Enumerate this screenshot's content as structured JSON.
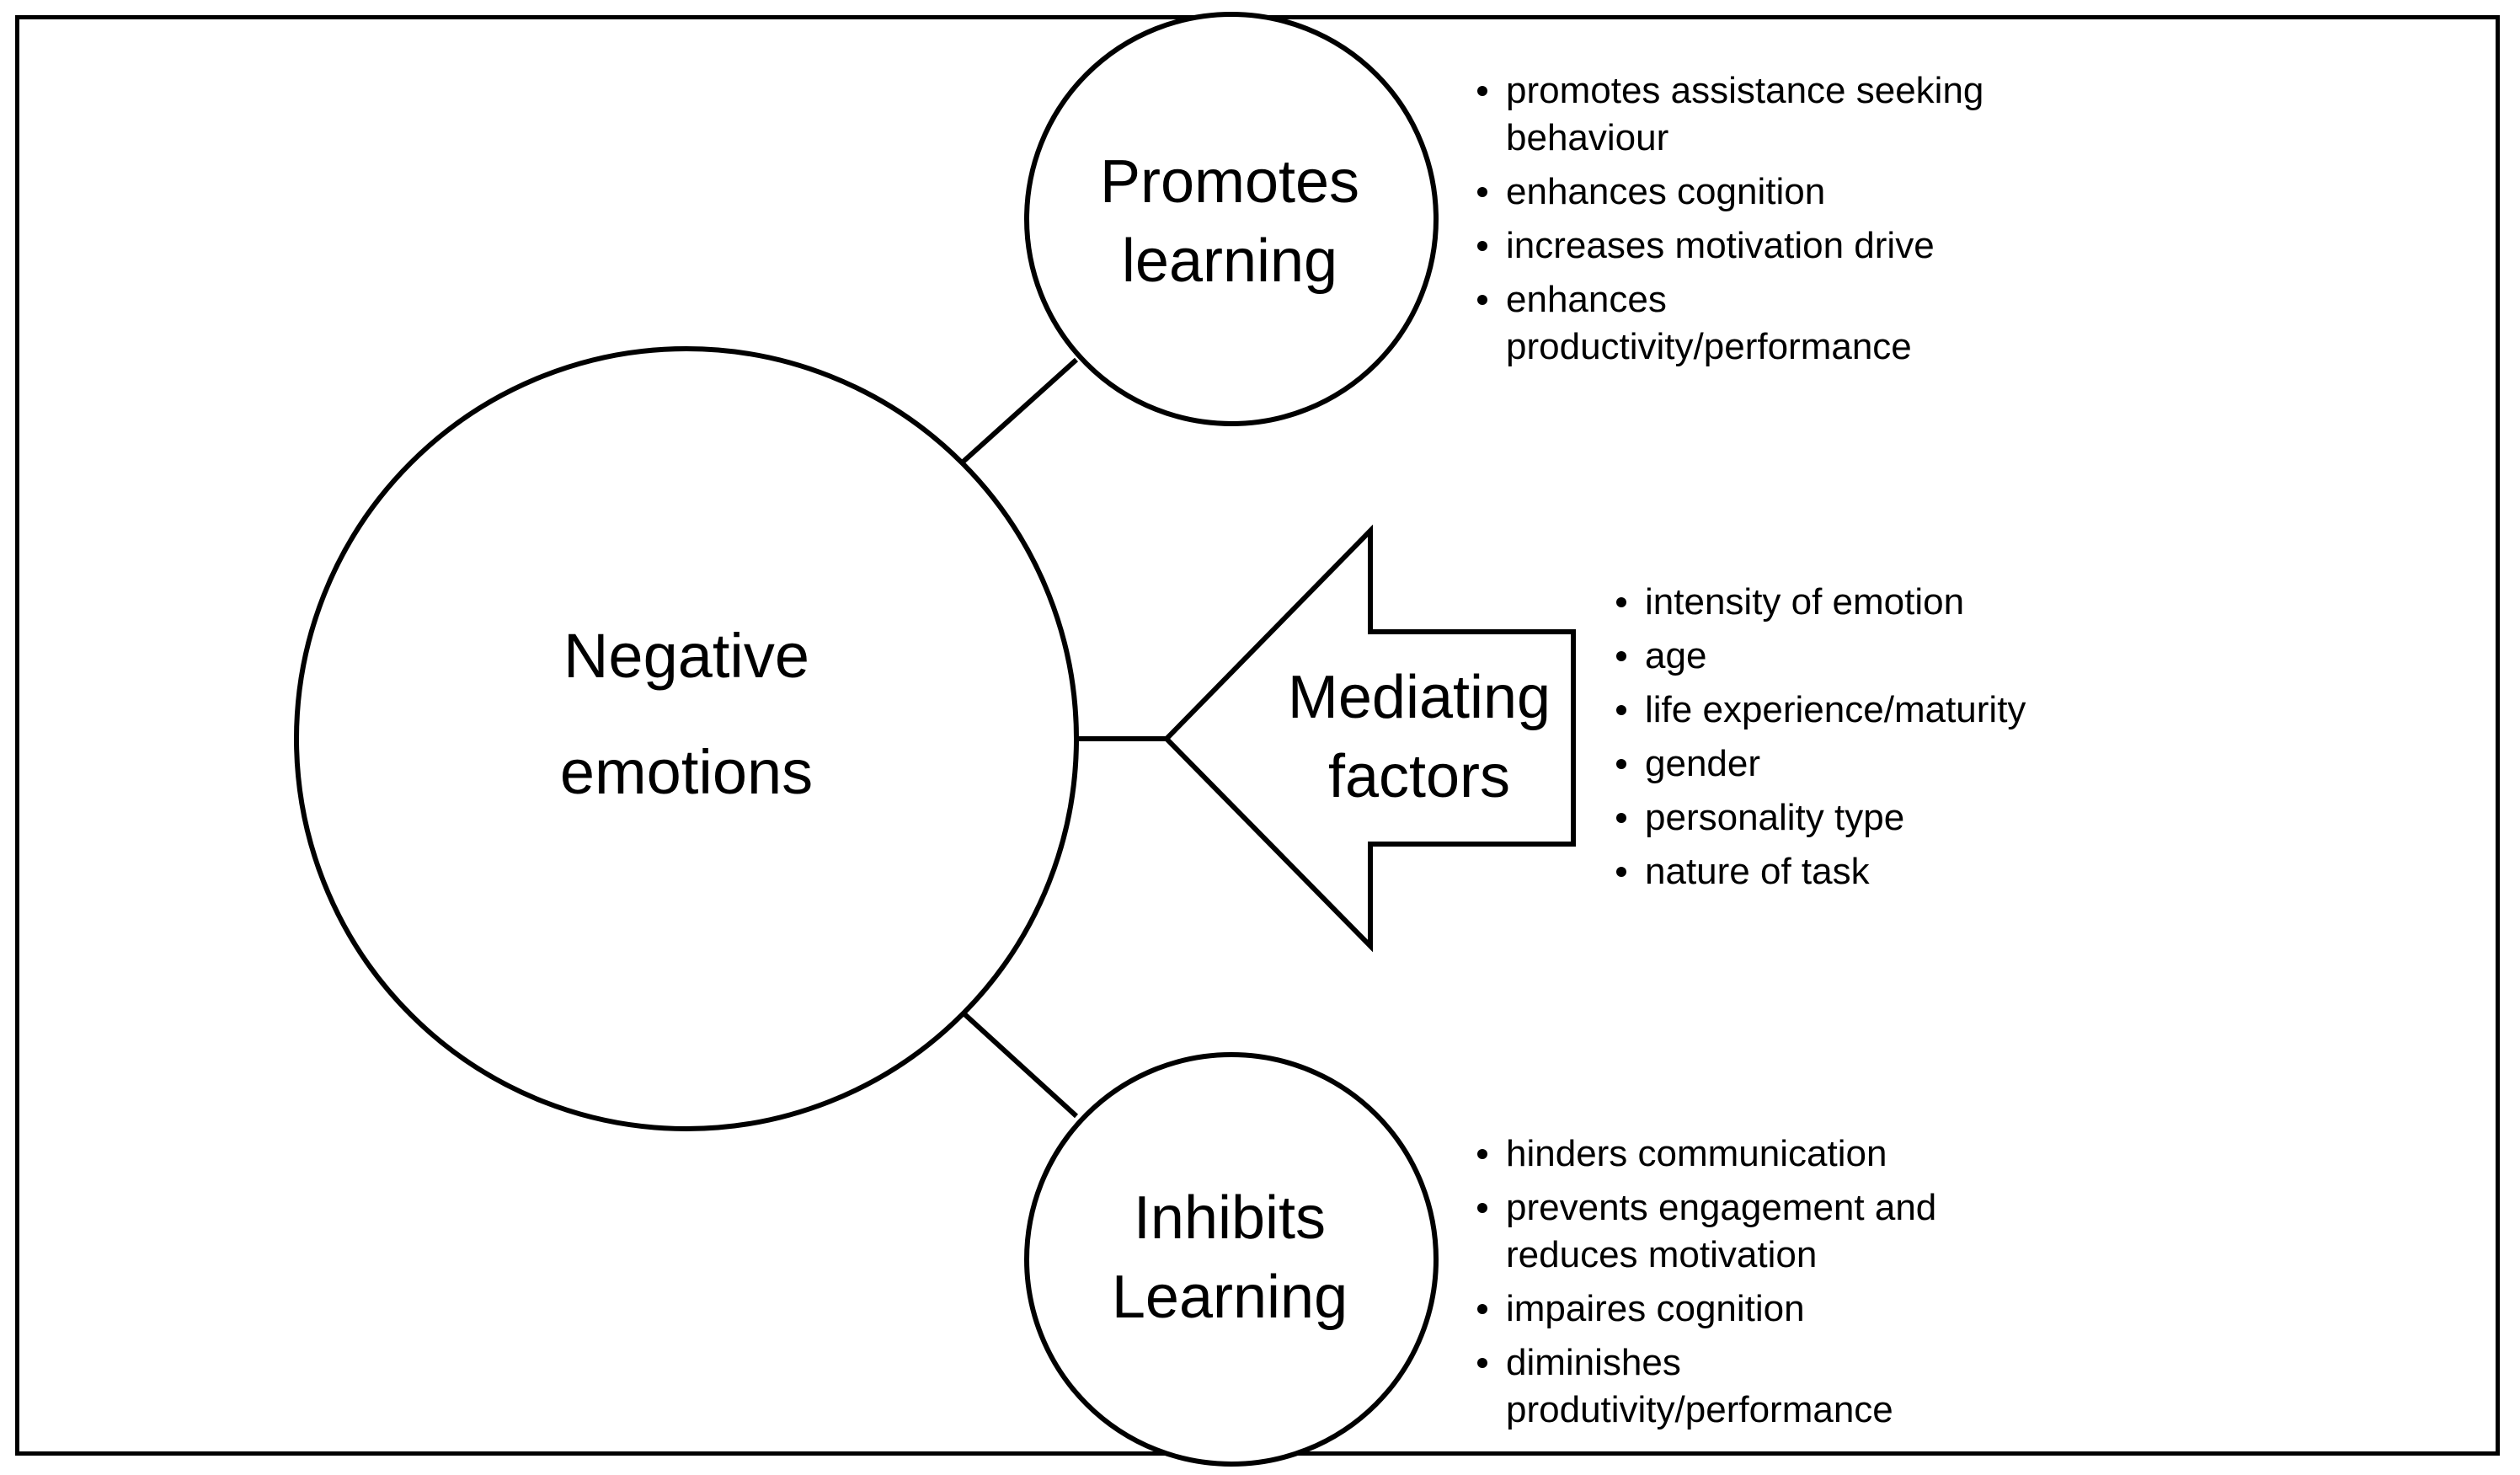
{
  "center_node": {
    "label_line1": "Negative",
    "label_line2": "emotions"
  },
  "promotes_node": {
    "label_line1": "Promotes",
    "label_line2": "learning",
    "items": [
      "promotes assistance seeking\nbehaviour",
      "enhances cognition",
      "increases motivation drive",
      "enhances\nproductivity/performance"
    ]
  },
  "mediating_node": {
    "label_line1": "Mediating",
    "label_line2": "factors",
    "items": [
      "intensity of emotion",
      "age",
      "life experience/maturity",
      "gender",
      "personality type",
      "nature of task"
    ]
  },
  "inhibits_node": {
    "label_line1": "Inhibits",
    "label_line2": "Learning",
    "items": [
      "hinders communication",
      "prevents engagement and\nreduces motivation",
      "impaires cognition",
      "diminishes\nprodutivity/performance"
    ]
  },
  "colors": {
    "stroke": "#000000",
    "background": "#ffffff"
  }
}
